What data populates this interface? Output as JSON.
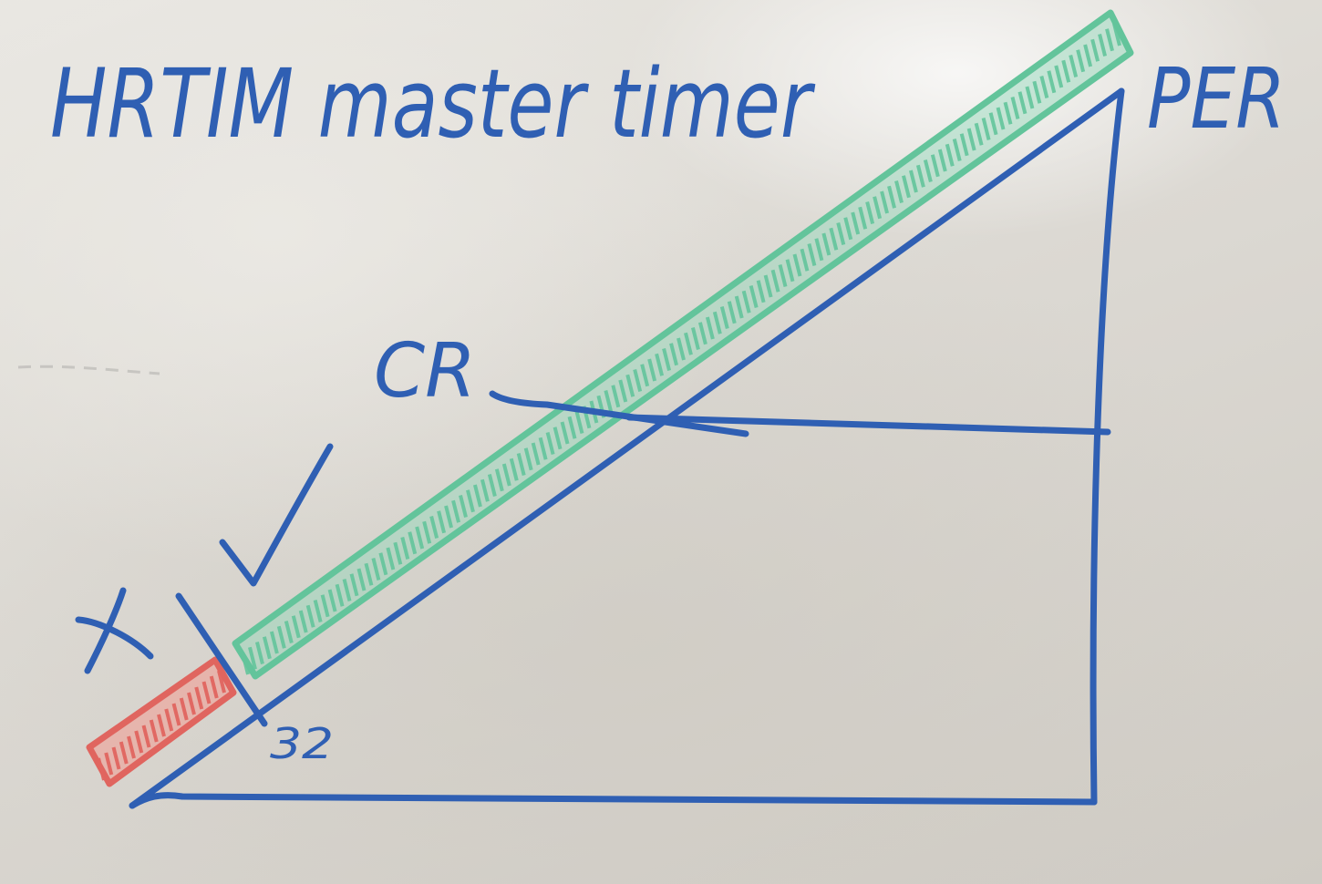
{
  "board": {
    "title": "HRTIM master timer",
    "labels": {
      "per": "PER",
      "cr": "CR",
      "value": "32",
      "reject_mark": "X"
    }
  },
  "colors": {
    "marker_blue": "#2f5fb3",
    "marker_green": "#63c49b",
    "marker_red": "#e0655f"
  }
}
